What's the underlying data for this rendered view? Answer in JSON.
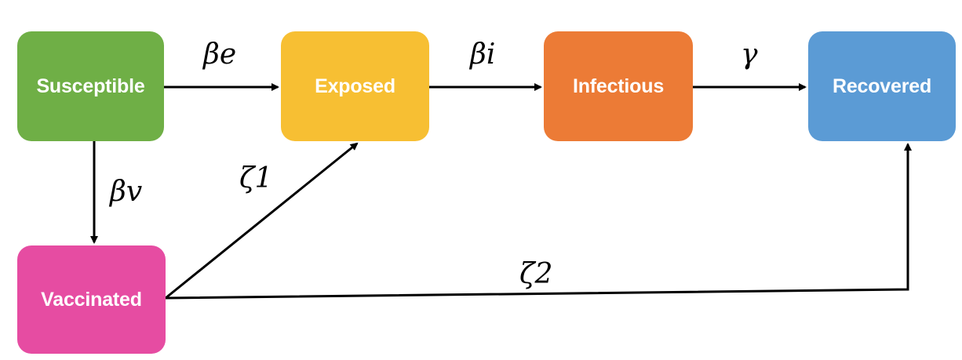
{
  "nodes": {
    "susceptible": {
      "label": "Susceptible",
      "color": "#6FAF46"
    },
    "exposed": {
      "label": "Exposed",
      "color": "#F7BF33"
    },
    "infectious": {
      "label": "Infectious",
      "color": "#EC7B36"
    },
    "recovered": {
      "label": "Recovered",
      "color": "#5B9BD5"
    },
    "vaccinated": {
      "label": "Vaccinated",
      "color": "#E64CA2"
    }
  },
  "edges": {
    "susceptible_to_exposed": {
      "label": "βe"
    },
    "exposed_to_infectious": {
      "label": "βi"
    },
    "infectious_to_recovered": {
      "label": "γ"
    },
    "susceptible_to_vaccinated": {
      "label": "βv"
    },
    "vaccinated_to_exposed": {
      "label": "ζ1"
    },
    "vaccinated_to_recovered": {
      "label": "ζ2"
    }
  },
  "colors": {
    "arrow": "#000000",
    "node_text": "#FFFFFF"
  }
}
